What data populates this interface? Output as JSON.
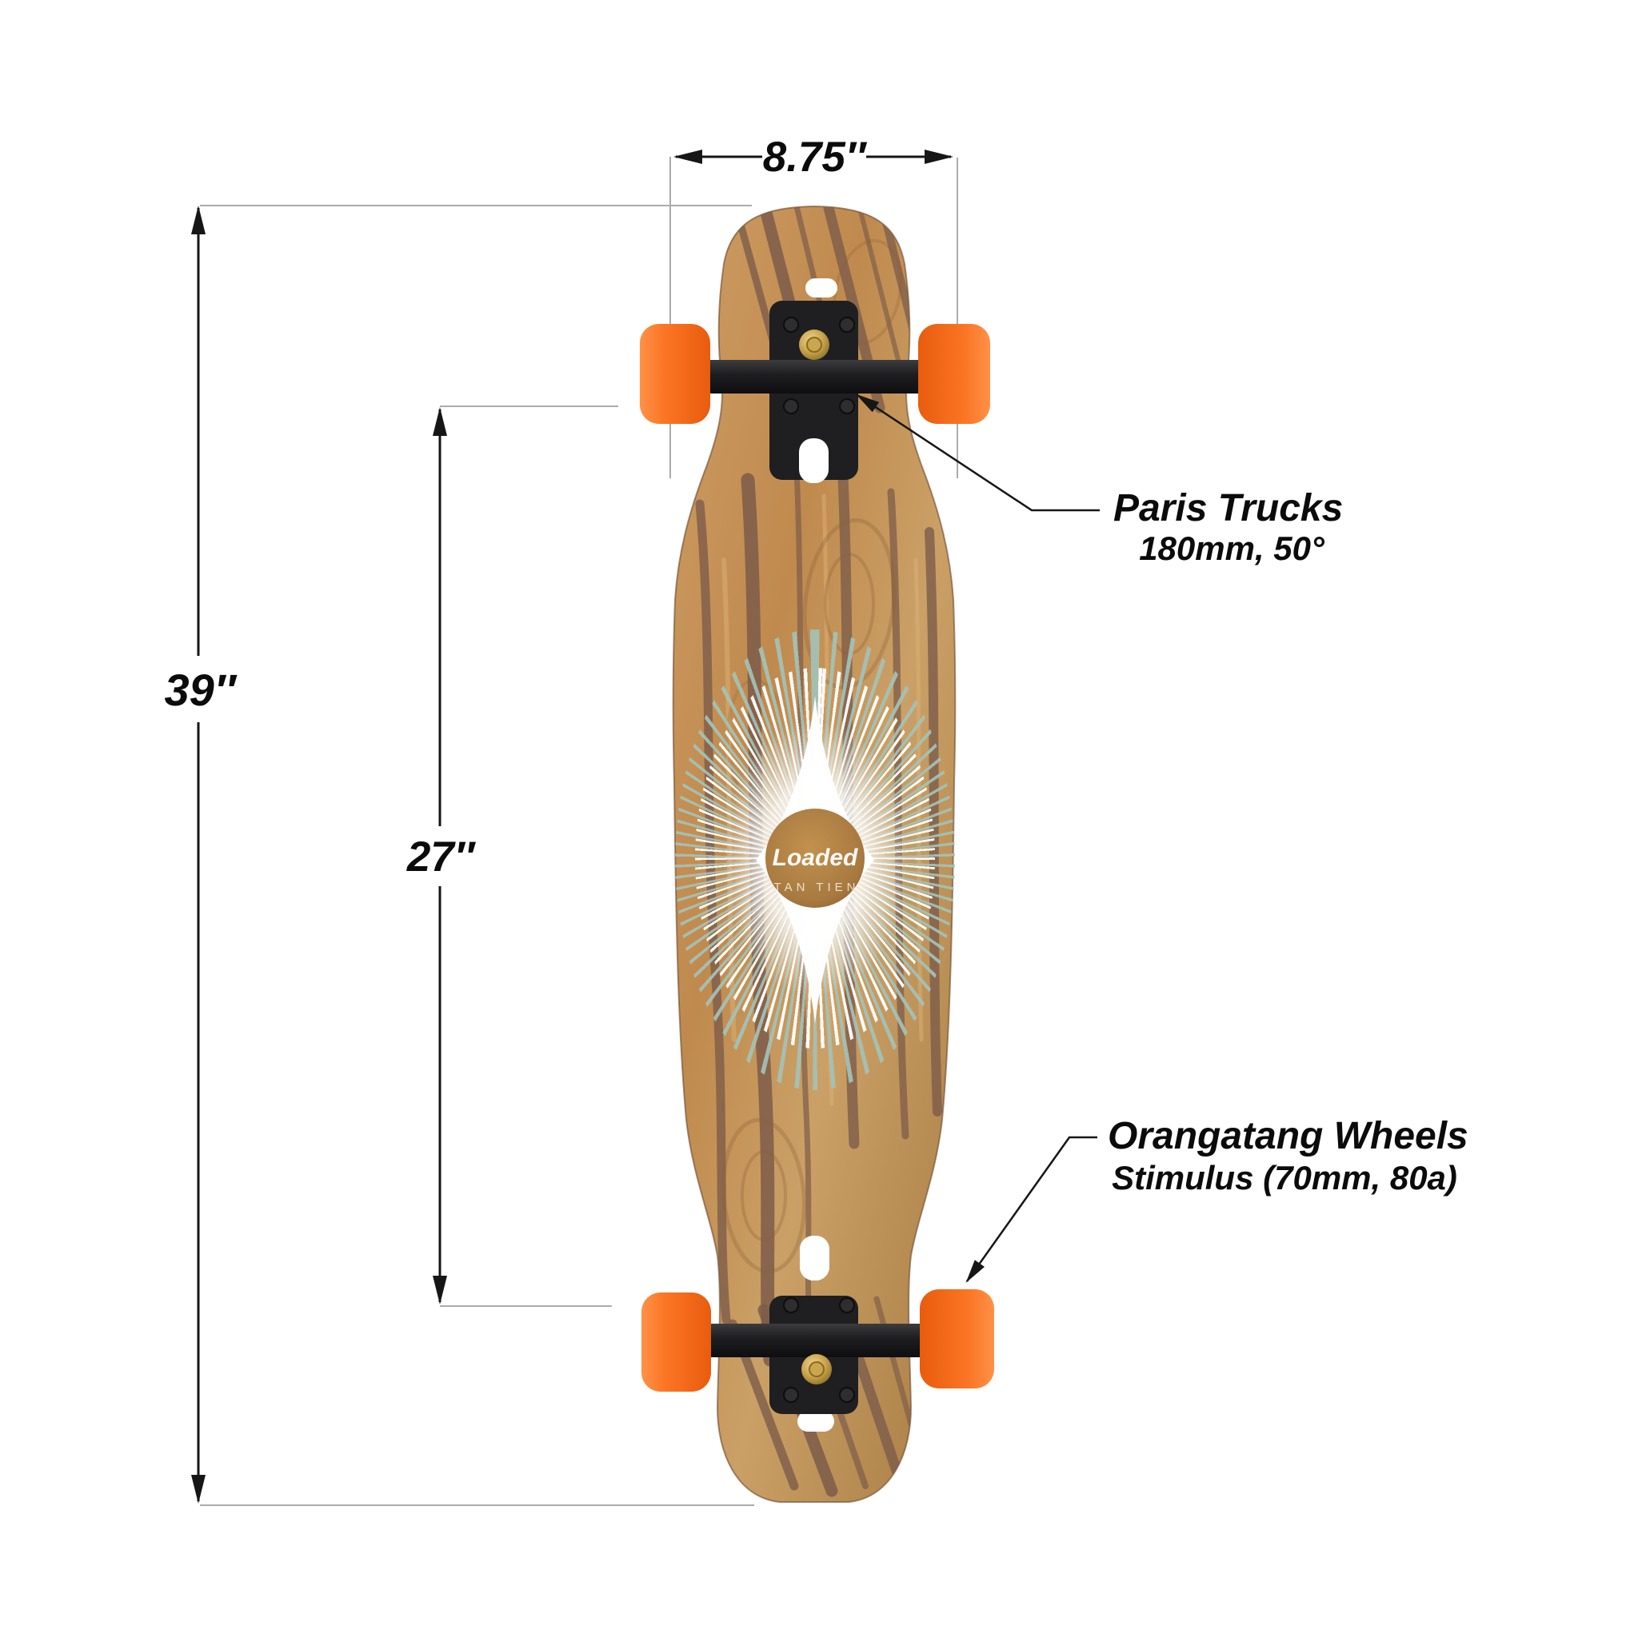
{
  "figure": {
    "type": "product dimension diagram",
    "subject": "drop-through longboard, top-down view"
  },
  "dimensions": {
    "length": "39″",
    "wheelbase": "27″",
    "width": "8.75″"
  },
  "annotations": {
    "trucks": {
      "title": "Paris Trucks",
      "spec": "180mm, 50°"
    },
    "wheels": {
      "title": "Orangatang Wheels",
      "spec": "Stimulus (70mm, 80a)"
    }
  },
  "deck_graphic": {
    "brand": "Loaded",
    "model": "TAN TIEN"
  },
  "colors": {
    "wheel": "#fa6f1d",
    "wheel_light": "#ff9148",
    "truck": "#1c1c1e",
    "kingpin": "#c9a44e",
    "wood": "#c39158",
    "wood_stripe": "#7d5c4a",
    "burst": "#a3c2b8",
    "dim": "#161616",
    "ext": "#ababab",
    "text": "#0b0b0b"
  }
}
